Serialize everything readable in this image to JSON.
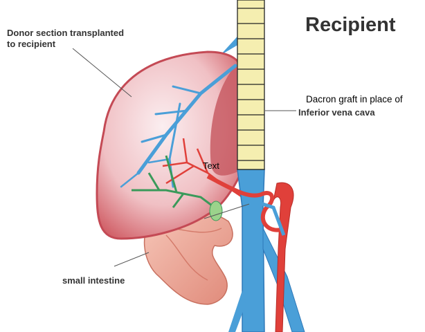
{
  "title": "Recipient",
  "labels": {
    "donor_line1": "Donor section transplanted",
    "donor_line2": "to recipient",
    "graft_line1": "Dacron graft in place of",
    "graft_line2": "Inferior vena cava",
    "text_marker": "Text",
    "intestine": "small intestine"
  },
  "colors": {
    "liver": "#d9767a",
    "vein": "#4a9fd8",
    "artery": "#e0403a",
    "graft": "#f5eeb0",
    "bile_duct": "#3a9a5a"
  }
}
